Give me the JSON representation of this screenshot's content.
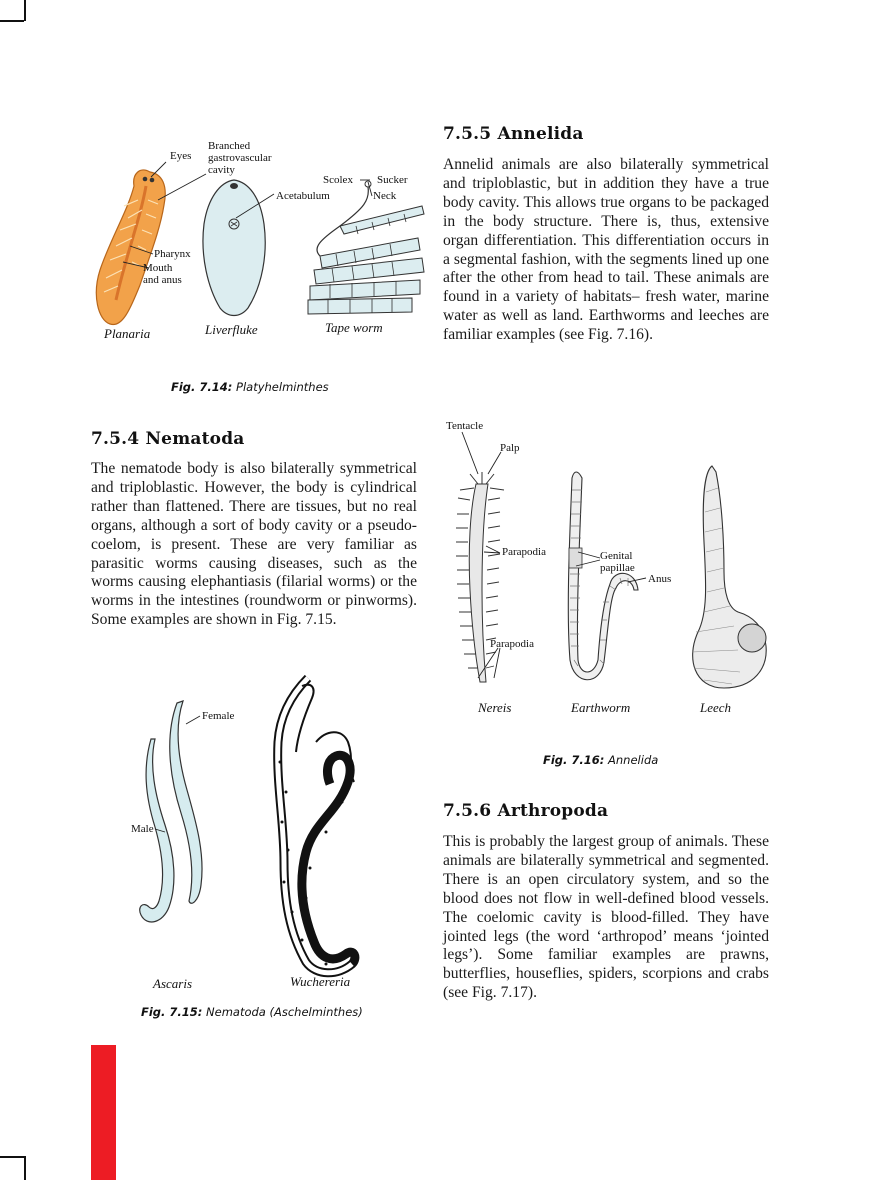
{
  "colors": {
    "accent_bar": "#ed1c24",
    "worm_blue": "#d6ecef",
    "planaria_orange": "#f2a24a"
  },
  "fig_7_14": {
    "labels": {
      "eyes": "Eyes",
      "branched": "Branched\ngastrovascular\ncavity",
      "pharynx": "Pharynx",
      "mouth": "Mouth\nand anus",
      "acetabulum": "Acetabulum",
      "scolex": "Scolex",
      "sucker": "Sucker",
      "neck": "Neck"
    },
    "names": {
      "planaria": "Planaria",
      "liverfluke": "Liverfluke",
      "tapeworm": "Tape worm"
    },
    "caption_num": "Fig. 7.14:",
    "caption_text": "Platyhelminthes"
  },
  "nematoda": {
    "heading": "7.5.4 Nematoda",
    "body": "The nematode body is also bilaterally symmetrical and triploblastic. However, the body is cylindrical rather than flattened. There are tissues, but no real organs, although a sort of body cavity or a pseudo-coelom, is present. These are very familiar as parasitic worms causing diseases, such as the worms causing elephantiasis (filarial worms) or the worms in the intestines (roundworm or pinworms). Some examples are shown in Fig. 7.15."
  },
  "fig_7_15": {
    "labels": {
      "female": "Female",
      "male": "Male"
    },
    "names": {
      "ascaris": "Ascaris",
      "wuchereria": "Wuchereria"
    },
    "caption_num": "Fig. 7.15:",
    "caption_text": "Nematoda (Aschelminthes)"
  },
  "annelida": {
    "heading": "7.5.5 Annelida",
    "body": "Annelid animals are also bilaterally symmetrical and triploblastic, but in addition they have a true body cavity. This allows true organs to be packaged in the body structure. There is, thus, extensive organ differentiation. This differentiation occurs in a segmental fashion, with the segments lined up one after the other from head to tail. These animals are found in a variety of habitats– fresh water, marine water as well as land. Earthworms and leeches are familiar examples (see Fig. 7.16)."
  },
  "fig_7_16": {
    "labels": {
      "tentacle": "Tentacle",
      "palp": "Palp",
      "parapodia1": "Parapodia",
      "parapodia2": "Parapodia",
      "genital": "Genital\npapillae",
      "anus": "Anus"
    },
    "names": {
      "nereis": "Nereis",
      "earthworm": "Earthworm",
      "leech": "Leech"
    },
    "caption_num": "Fig. 7.16:",
    "caption_text": "Annelida"
  },
  "arthropoda": {
    "heading": "7.5.6 Arthropoda",
    "body": "This is probably the largest group of animals. These animals are bilaterally symmetrical and segmented. There is an open circulatory system, and so the blood does not flow in well-defined blood vessels. The coelomic cavity is blood-filled. They have jointed legs (the word ‘arthropod’ means ‘jointed legs’). Some familiar examples are prawns, butterflies, houseflies, spiders, scorpions and crabs (see Fig. 7.17)."
  }
}
